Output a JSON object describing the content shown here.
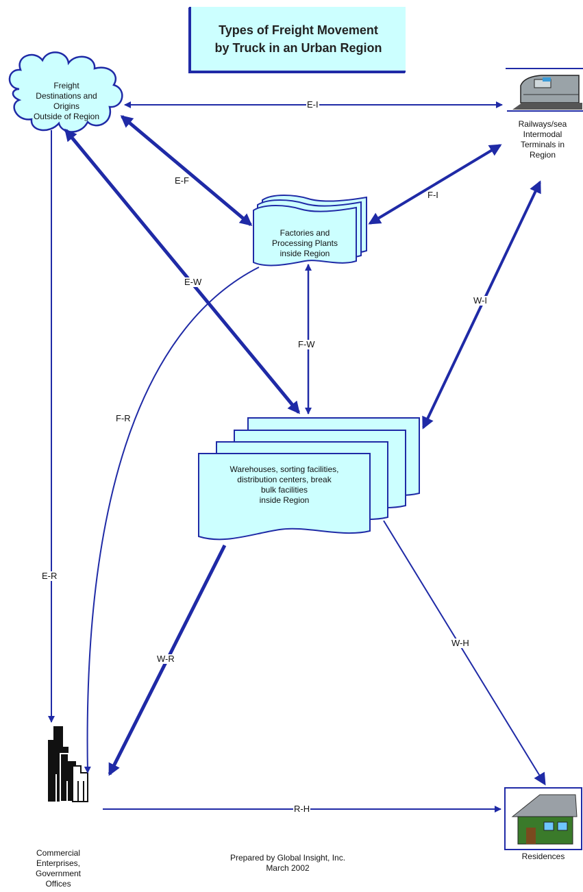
{
  "title": {
    "line1": "Types of Freight Movement",
    "line2": "by Truck in an Urban Region"
  },
  "nodes": {
    "external": [
      "Freight",
      "Destinations and",
      "Origins",
      "Outside of Region"
    ],
    "rail": [
      "Railways/sea",
      "Intermodal",
      "Terminals in",
      "Region"
    ],
    "factories": [
      "Factories and",
      "Processing Plants",
      "inside Region"
    ],
    "warehouses": [
      "Warehouses, sorting facilities,",
      "distribution centers, break",
      "bulk facilities",
      "inside Region"
    ],
    "commercial": [
      "Commercial",
      "Enterprises,",
      "Government",
      "Offices"
    ],
    "residences": [
      "Residences"
    ]
  },
  "edges": {
    "ei": "E-I",
    "ef": "E-F",
    "fi": "F-I",
    "ew": "E-W",
    "fw": "F-W",
    "wi": "W-I",
    "fr": "F-R",
    "er": "E-R",
    "wr": "W-R",
    "wh": "W-H",
    "rh": "R-H"
  },
  "footer": {
    "line1": "Prepared by Global Insight, Inc.",
    "line2": "March 2002"
  },
  "colors": {
    "arrow": "#1f2aa6",
    "fill": "#ccffff",
    "outline": "#1f2aa6"
  }
}
